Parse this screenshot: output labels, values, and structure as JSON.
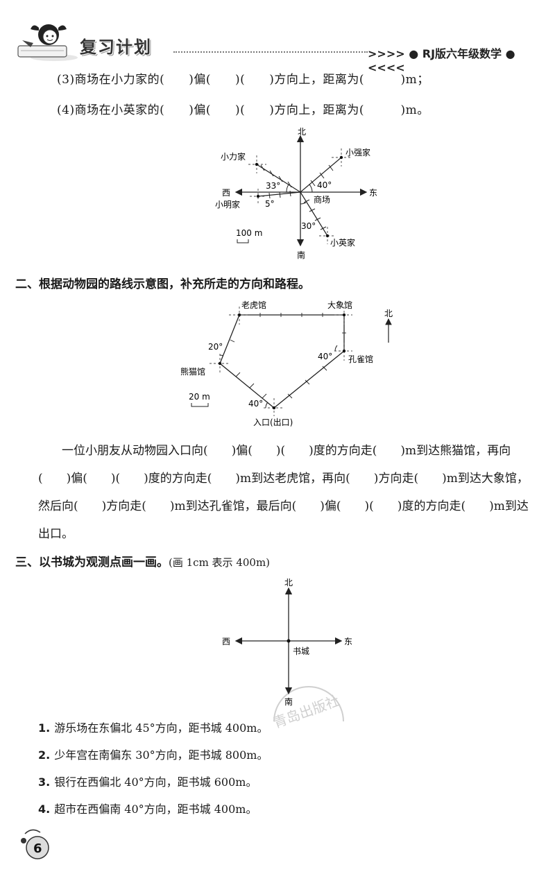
{
  "header": {
    "brand_title": "复习计划",
    "grade_label": "RJ版六年级数学",
    "left_arrows": ">>>>",
    "right_arrows": "<<<<"
  },
  "part1_questions": {
    "q3": "(3)商场在小力家的(　　)偏(　　)(　　)方向上，距离为(　　　)m；",
    "q4": "(4)商场在小英家的(　　)偏(　　)(　　)方向上，距离为(　　　)m。"
  },
  "diagram1": {
    "north": "北",
    "south": "南",
    "east": "东",
    "west": "西",
    "xiaoli": "小力家",
    "xiaoqiang": "小强家",
    "xiaoming": "小明家",
    "xiaoying": "小英家",
    "mall": "商场",
    "angle_33": "33°",
    "angle_40": "40°",
    "angle_5": "5°",
    "angle_30": "30°",
    "scale": "100 m"
  },
  "section2": {
    "title": "二、根据动物园的路线示意图，补充所走的方向和路程。",
    "paragraph": "一位小朋友从动物园入口向(　　)偏(　　)(　　)度的方向走(　　)m到达熊猫馆，再向(　　)偏(　　)(　　)度的方向走(　　)m到达老虎馆，再向(　　)方向走(　　)m到达大象馆，然后向(　　)方向走(　　)m到达孔雀馆，最后向(　　)偏(　　)(　　)度的方向走(　　)m到达出口。"
  },
  "diagram2": {
    "tiger": "老虎馆",
    "elephant": "大象馆",
    "panda": "熊猫馆",
    "peacock": "孔雀馆",
    "entrance": "入口(出口)",
    "north": "北",
    "angle_20": "20°",
    "angle_40a": "40°",
    "angle_40b": "40°",
    "scale": "20 m"
  },
  "section3": {
    "title": "三、以书城为观测点画一画。",
    "note": "(画 1cm 表示 400m)",
    "tasks": [
      {
        "num": "1.",
        "text": "游乐场在东偏北 45°方向，距书城 400m。"
      },
      {
        "num": "2.",
        "text": "少年宫在南偏东 30°方向，距书城 800m。"
      },
      {
        "num": "3.",
        "text": "银行在西偏北 40°方向，距书城 600m。"
      },
      {
        "num": "4.",
        "text": "超市在西偏南 40°方向，距书城 400m。"
      }
    ]
  },
  "diagram3": {
    "north": "北",
    "south": "南",
    "east": "东",
    "west": "西",
    "center": "书城"
  },
  "watermark": {
    "text": "青岛出版社"
  },
  "page_number": "6"
}
